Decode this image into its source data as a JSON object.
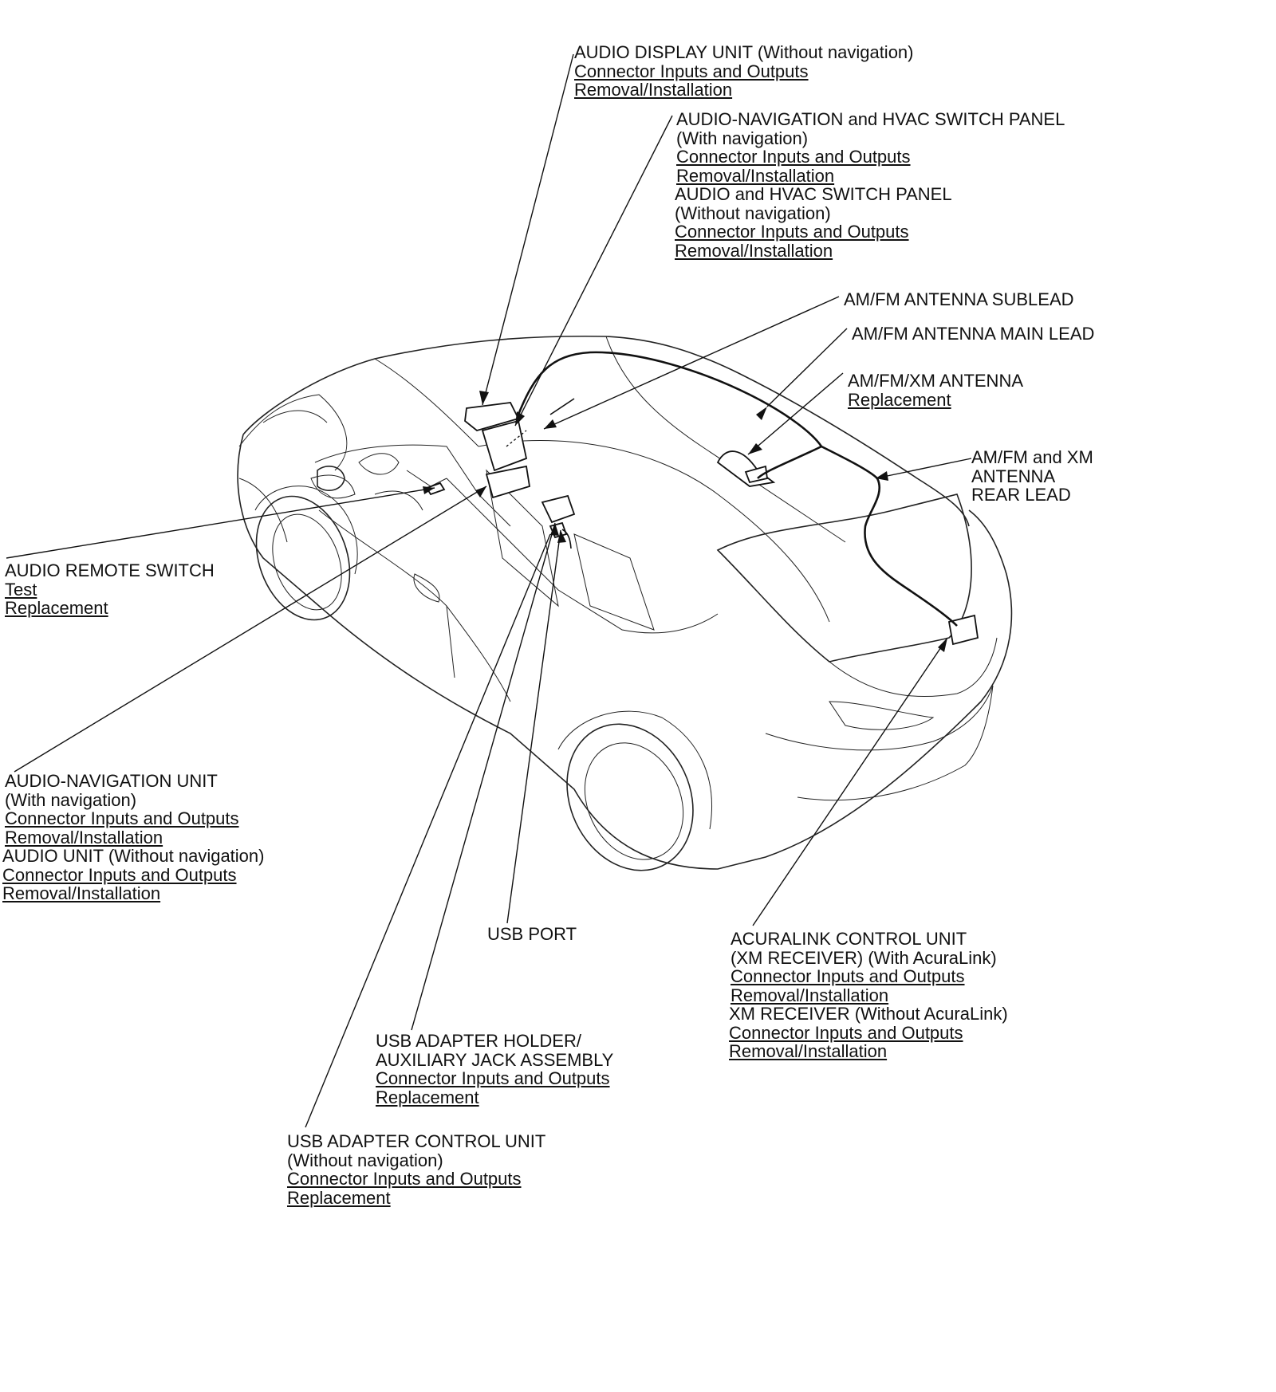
{
  "labels": {
    "audio_display_unit": {
      "title": "AUDIO DISPLAY UNIT (Without navigation)",
      "links": [
        "Connector Inputs and Outputs",
        "Removal/Installation"
      ]
    },
    "audio_nav_hvac_panel": {
      "title": "AUDIO-NAVIGATION and HVAC SWITCH PANEL",
      "subtitle": "(With navigation)",
      "links": [
        "Connector Inputs and Outputs",
        "Removal/Installation"
      ],
      "alt_title": "AUDIO and HVAC SWITCH PANEL",
      "alt_subtitle": "(Without navigation)",
      "alt_links": [
        "Connector Inputs and Outputs",
        "Removal/Installation"
      ]
    },
    "antenna_sublead": {
      "title": "AM/FM ANTENNA SUBLEAD"
    },
    "antenna_main_lead": {
      "title": "AM/FM ANTENNA MAIN LEAD"
    },
    "xm_antenna": {
      "title": "AM/FM/XM ANTENNA",
      "links": [
        "Replacement"
      ]
    },
    "rear_lead": {
      "lines": [
        "AM/FM and XM",
        "ANTENNA",
        "REAR LEAD"
      ]
    },
    "audio_remote_switch": {
      "title": "AUDIO REMOTE SWITCH",
      "links": [
        "Test",
        "Replacement"
      ]
    },
    "audio_nav_unit": {
      "title": "AUDIO-NAVIGATION UNIT",
      "subtitle": "(With navigation)",
      "links": [
        "Connector Inputs and Outputs",
        "Removal/Installation"
      ],
      "alt_title": "AUDIO UNIT (Without navigation)",
      "alt_links": [
        "Connector Inputs and Outputs",
        "Removal/Installation"
      ]
    },
    "usb_port": {
      "title": "USB PORT"
    },
    "acuralink": {
      "title": "ACURALINK CONTROL UNIT",
      "subtitle": "(XM RECEIVER) (With AcuraLink)",
      "links": [
        "Connector Inputs and Outputs",
        "Removal/Installation"
      ],
      "alt_title": "XM RECEIVER (Without AcuraLink)",
      "alt_links": [
        "Connector Inputs and Outputs",
        "Removal/Installation"
      ]
    },
    "usb_holder": {
      "lines": [
        "USB ADAPTER HOLDER/",
        "AUXILIARY JACK ASSEMBLY"
      ],
      "links": [
        "Connector Inputs and Outputs",
        "Replacement"
      ]
    },
    "usb_control_unit": {
      "title": "USB ADAPTER CONTROL UNIT",
      "subtitle": "(Without navigation)",
      "links": [
        "Connector Inputs and Outputs",
        "Replacement"
      ]
    }
  }
}
